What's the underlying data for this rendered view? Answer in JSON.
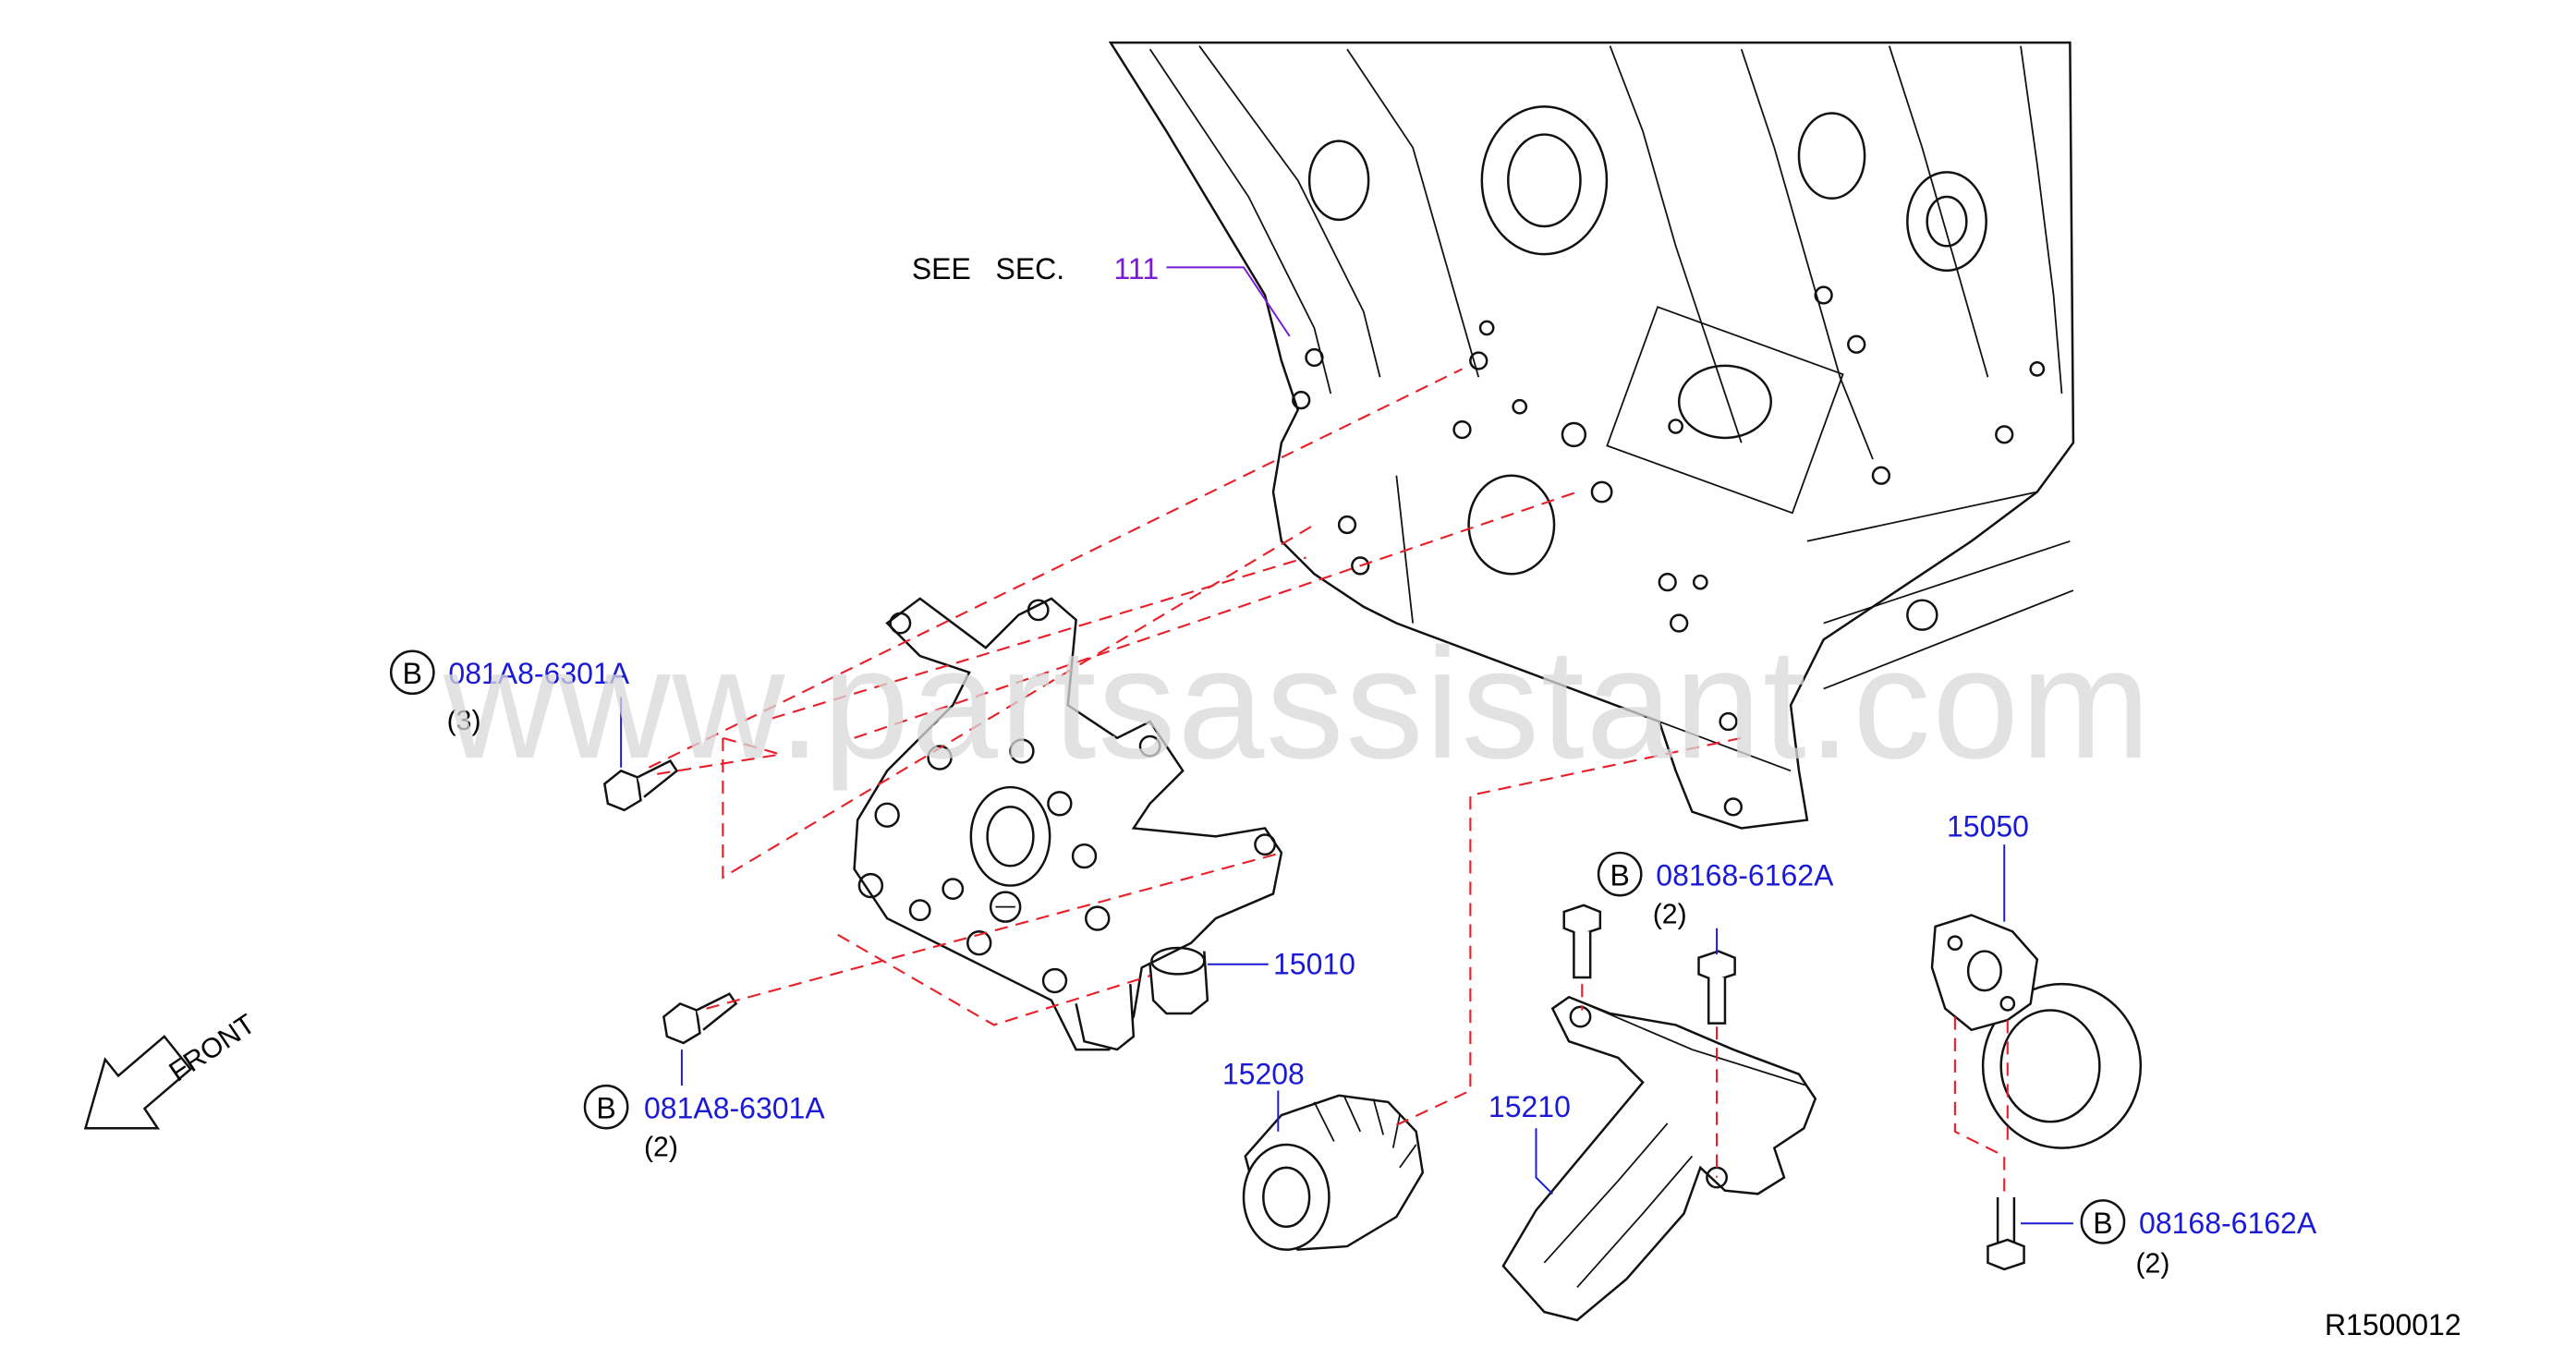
{
  "see_sec": {
    "label": "SEE   SEC.",
    "number": "111"
  },
  "parts": {
    "oil_pump": "15010",
    "oil_filter": "15208",
    "filter_bracket": "15210",
    "oil_cooler": "15050"
  },
  "bolts": {
    "upper_left": {
      "badge": "B",
      "part": "081A8-6301A",
      "qty": "(3)"
    },
    "lower_left": {
      "badge": "B",
      "part": "081A8-6301A",
      "qty": "(2)"
    },
    "bracket": {
      "badge": "B",
      "part": "08168-6162A",
      "qty": "(2)"
    },
    "cooler": {
      "badge": "B",
      "part": "08168-6162A",
      "qty": "(2)"
    }
  },
  "front_label": "FRONT",
  "diagram_code": "R1500012",
  "watermark": "www.partsassistant.com",
  "colors": {
    "part_number": "#1a1ad6",
    "section_ref": "#7a1ad6",
    "dash_line": "#e8202a",
    "watermark": "#d9d9d9"
  }
}
